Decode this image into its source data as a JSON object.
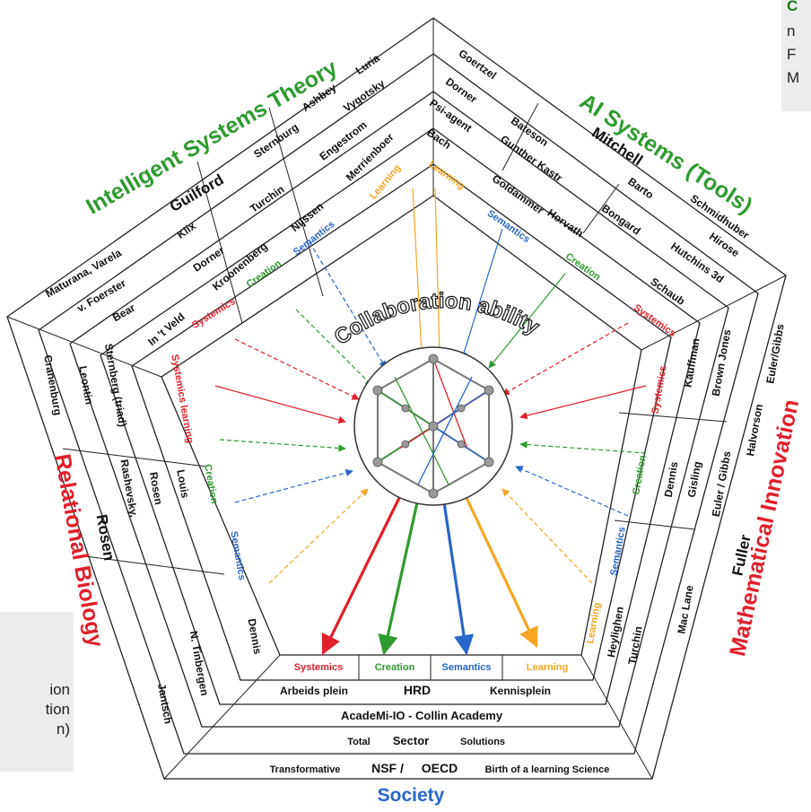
{
  "colors": {
    "green": "#2e9b2e",
    "red": "#e0202a",
    "blue": "#2866c8",
    "orange": "#f5a623",
    "black": "#111111"
  },
  "center_title": "Collaboration ability",
  "sections": {
    "top_left": {
      "title": "Intelligent Systems Theory",
      "names": [
        "Maturana, Varela",
        "v. Foerster",
        "Bear",
        "Klix",
        "Guilford",
        "Dorner",
        "In 't Veld",
        "Kroonenberg",
        "Turchin",
        "Sternburg",
        "Ashbey",
        "Luria",
        "Vygotsky",
        "Engestrom",
        "Nijssen",
        "Merrienboer"
      ]
    },
    "top_right": {
      "title": "AI Systems (Tools)",
      "names": [
        "Goertzel",
        "Dorner",
        "Psi-agent",
        "Bach",
        "Bateson",
        "Gunther Kastr",
        "Goldammer",
        "Horvath",
        "Bongard",
        "Schaub",
        "Barto",
        "Mitchell",
        "Hutchins 3d",
        "Hirose",
        "Schmidhuber"
      ]
    },
    "left": {
      "title": "Relational Biology",
      "names": [
        "Cranenburg",
        "Leontin",
        "Sternberg (triad)",
        "Rashevsky,",
        "Rosen",
        "Louis",
        "N. Tinbergen",
        "Jantsch",
        "Dennis"
      ],
      "big_name": "Rosen"
    },
    "right": {
      "title": "Mathematical Innovation",
      "names": [
        "Kauffman",
        "Brown Jones",
        "Euler/Gibbs",
        "Dennis",
        "Gisling",
        "Euler / Gibbs",
        "Halvorson",
        "Fuller",
        "Heylighen",
        "Turchin",
        "Mac Lane"
      ]
    },
    "bottom": {
      "title": "Society",
      "rows": [
        [
          "Arbeids plein",
          "HRD",
          "Kennisplein"
        ],
        [
          "AcadeMi-IO  -  Collin Academy"
        ],
        [
          "Total",
          "Sector",
          "Solutions"
        ],
        [
          "Transformative",
          "NSF /",
          "OECD",
          "Birth of a learning Science"
        ]
      ]
    }
  },
  "inner_labels": {
    "systemics": "Systemics",
    "creation": "Creation",
    "semantics": "Semantics",
    "learning": "Learning",
    "systemics_learning": "Systemics learning"
  },
  "notes": {
    "top_right": [
      "C",
      "n",
      "F",
      "M"
    ],
    "bottom_left": [
      "ion",
      "tion",
      "n)"
    ]
  }
}
